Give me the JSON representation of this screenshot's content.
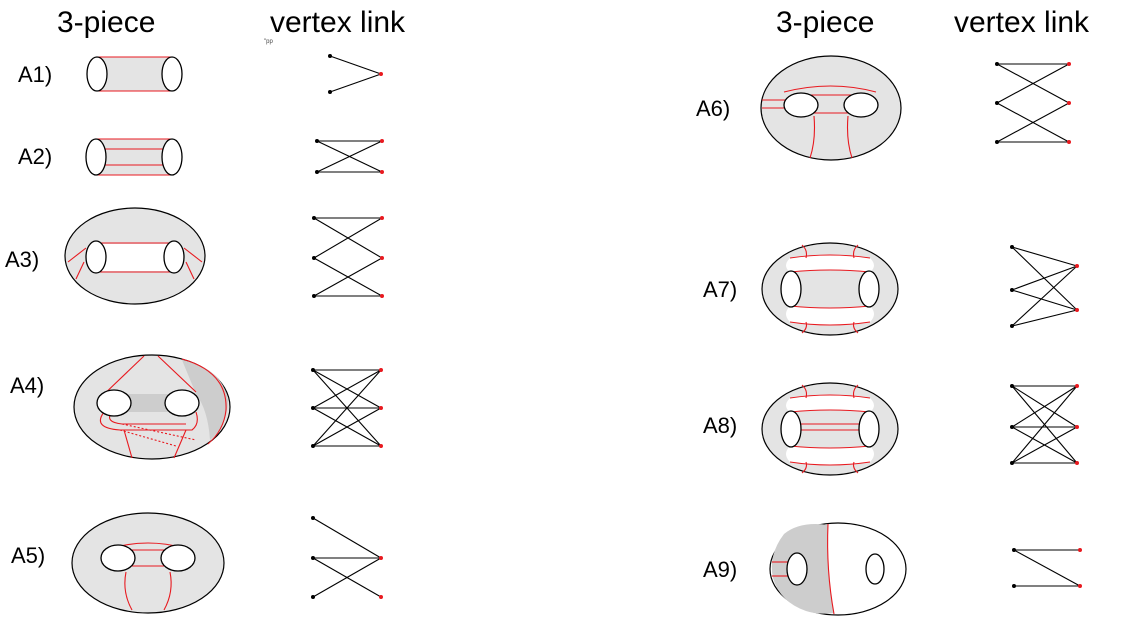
{
  "headers": {
    "left_piece": "3-piece",
    "left_link": "vertex link",
    "right_piece": "3-piece",
    "right_link": "vertex link"
  },
  "stray_mark": "\"pp",
  "rows": [
    {
      "label": "A1)",
      "left_vertices": 2,
      "right_vertices": 1
    },
    {
      "label": "A2)",
      "left_vertices": 2,
      "right_vertices": 2
    },
    {
      "label": "A3)",
      "left_vertices": 3,
      "right_vertices": 3
    },
    {
      "label": "A4)",
      "left_vertices": 3,
      "right_vertices": 3
    },
    {
      "label": "A5)",
      "left_vertices": 3,
      "right_vertices": 2
    },
    {
      "label": "A6)",
      "left_vertices": 3,
      "right_vertices": 3
    },
    {
      "label": "A7)",
      "left_vertices": 3,
      "right_vertices": 2
    },
    {
      "label": "A8)",
      "left_vertices": 3,
      "right_vertices": 3
    },
    {
      "label": "A9)",
      "left_vertices": 2,
      "right_vertices": 2
    }
  ],
  "colors": {
    "curve": "#e8191f",
    "surface_light": "#e4e4e4",
    "surface_dark": "#cdcdcd",
    "outline": "#000000"
  }
}
